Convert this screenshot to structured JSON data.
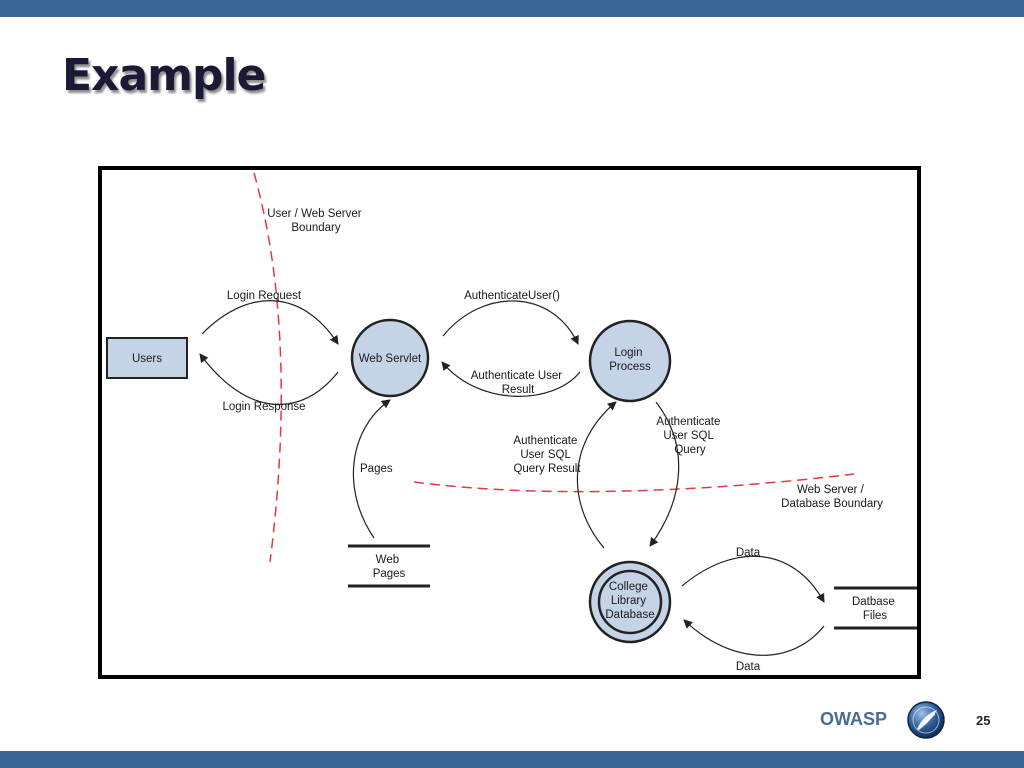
{
  "slide": {
    "title": "Example",
    "page_number": "25",
    "logo_text": "OWASP"
  },
  "colors": {
    "bar": "#3b6596",
    "node_fill": "#c5d3e6",
    "boundary": "#e23a3a"
  },
  "diagram": {
    "users": "Users",
    "web_servlet": "Web Servlet",
    "login_process": [
      "Login",
      "Process"
    ],
    "database": [
      "College",
      "Library",
      "Database"
    ],
    "web_pages": [
      "Web",
      "Pages"
    ],
    "database_files": [
      "Datbase",
      "Files"
    ],
    "boundary_user_web": [
      "User / Web Server",
      "Boundary"
    ],
    "boundary_web_db": [
      "Web Server /",
      "Database Boundary"
    ],
    "flow_login_request": "Login Request",
    "flow_login_response": "Login Response",
    "flow_authenticate_user": "AuthenticateUser()",
    "flow_authenticate_result": [
      "Authenticate User",
      "Result"
    ],
    "flow_pages": "Pages",
    "flow_sql_query_result": [
      "Authenticate",
      "User SQL",
      "Query Result"
    ],
    "flow_sql_query": [
      "Authenticate",
      "User SQL",
      "Query"
    ],
    "flow_data_to_files": "Data",
    "flow_data_from_files": "Data"
  }
}
